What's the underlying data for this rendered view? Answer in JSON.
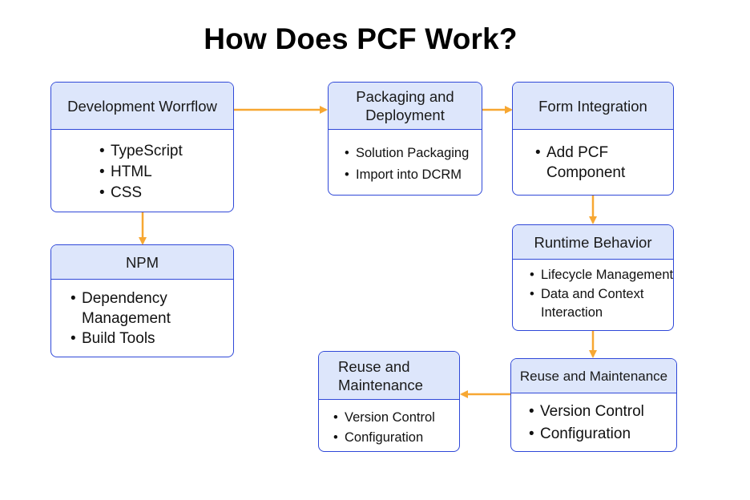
{
  "title": "How Does PCF Work?",
  "colors": {
    "border": "#2f48d8",
    "header_fill": "#dde6fb",
    "arrow": "#f7a732"
  },
  "nodes": {
    "development": {
      "title": "Development Worrflow",
      "items": [
        "TypeScript",
        "HTML",
        "CSS"
      ]
    },
    "npm": {
      "title": "NPM",
      "items": [
        "Dependency Management",
        "Build Tools"
      ]
    },
    "packaging": {
      "title": "Packaging and Deployment",
      "items": [
        "Solution Packaging",
        "Import into DCRM"
      ]
    },
    "form": {
      "title": "Form Integration",
      "items": [
        "Add PCF Component"
      ]
    },
    "runtime": {
      "title": "Runtime Behavior",
      "items": [
        "Lifecycle Management",
        "Data and Context Interaction"
      ]
    },
    "reuse_right": {
      "title": "Reuse and Maintenance",
      "items": [
        "Version Control",
        "Configuration"
      ]
    },
    "reuse_left": {
      "title": "Reuse and Maintenance",
      "items": [
        "Version Control",
        "Configuration"
      ]
    }
  },
  "edges": [
    {
      "from": "development",
      "to": "npm"
    },
    {
      "from": "development",
      "to": "packaging"
    },
    {
      "from": "packaging",
      "to": "form"
    },
    {
      "from": "form",
      "to": "runtime"
    },
    {
      "from": "runtime",
      "to": "reuse_right"
    },
    {
      "from": "reuse_right",
      "to": "reuse_left"
    }
  ]
}
